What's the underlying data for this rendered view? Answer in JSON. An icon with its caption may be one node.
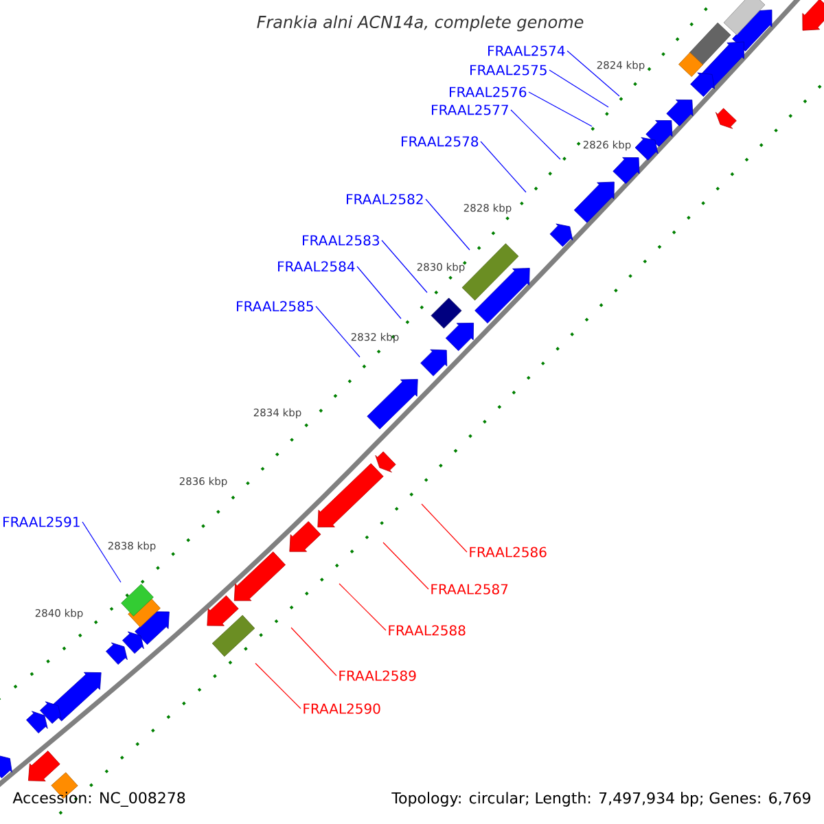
{
  "diagram": {
    "title": "Frankia alni ACN14a, complete genome",
    "nodes": [
      {
        "text": [
          "FRAAL2574"
        ]
      },
      {
        "text": [
          "FRAAL2575"
        ]
      },
      {
        "text": [
          "FRAAL2576"
        ]
      },
      {
        "text": [
          "FRAAL2577"
        ]
      },
      {
        "text": [
          "FRAAL2578"
        ]
      },
      {
        "text": [
          "FRAAL2582"
        ]
      },
      {
        "text": [
          "FRAAL2583"
        ]
      },
      {
        "text": [
          "FRAAL2584"
        ]
      },
      {
        "text": [
          "FRAAL2585"
        ]
      },
      {
        "text": [
          "FRAAL2591"
        ]
      },
      {
        "text": [
          "FRAAL2586"
        ]
      },
      {
        "text": [
          "FRAAL2587"
        ]
      },
      {
        "text": [
          "FRAAL2588"
        ]
      },
      {
        "text": [
          "FRAAL2589"
        ]
      },
      {
        "text": [
          "FRAAL2590"
        ]
      }
    ],
    "edges": [
      {
        "from": 0,
        "to": null,
        "arrow": "none"
      },
      {
        "from": 1,
        "to": null,
        "arrow": "none"
      },
      {
        "from": 2,
        "to": null,
        "arrow": "none"
      },
      {
        "from": 3,
        "to": null,
        "arrow": "none"
      },
      {
        "from": 4,
        "to": null,
        "arrow": "none"
      },
      {
        "from": 5,
        "to": null,
        "arrow": "none"
      },
      {
        "from": 6,
        "to": null,
        "arrow": "none"
      },
      {
        "from": 7,
        "to": null,
        "arrow": "none"
      },
      {
        "from": 8,
        "to": null,
        "arrow": "none"
      },
      {
        "from": 9,
        "to": null,
        "arrow": "none"
      },
      {
        "from": 10,
        "to": null,
        "arrow": "none",
        "color": "#ff0000"
      },
      {
        "from": 11,
        "to": null,
        "arrow": "none",
        "color": "#ff0000"
      },
      {
        "from": 12,
        "to": null,
        "arrow": "none",
        "color": "#ff0000"
      },
      {
        "from": 13,
        "to": null,
        "arrow": "none",
        "color": "#ff0000"
      },
      {
        "from": 14,
        "to": null,
        "arrow": "none",
        "color": "#ff0000"
      }
    ],
    "labels": [
      "2824 kbp",
      "2826 kbp",
      "2828 kbp",
      "2830 kbp",
      "2832 kbp",
      "2834 kbp",
      "2836 kbp",
      "2838 kbp",
      "2840 kbp",
      "Accession: NC_008278",
      "Topology: circular; Length: 7,497,934 bp; Genes: 6,769"
    ]
  }
}
